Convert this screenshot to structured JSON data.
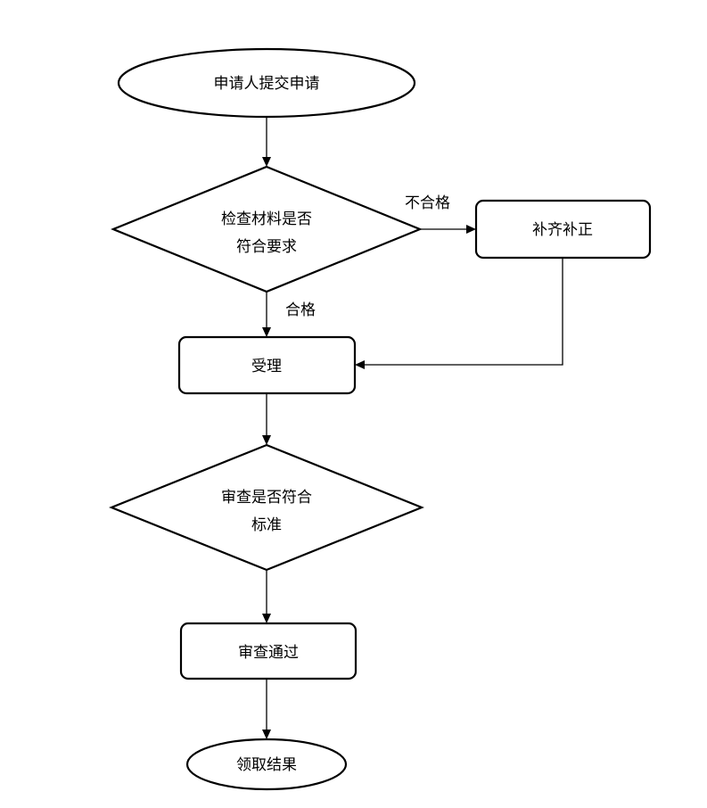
{
  "nodes": {
    "start": {
      "text": "申请人提交申请"
    },
    "check_materials": {
      "line1": "检查材料是否",
      "line2": "符合要求"
    },
    "supplement": {
      "text": "补齐补正"
    },
    "accept": {
      "text": "受理"
    },
    "review_standard": {
      "line1": "审查是否符合",
      "line2": "标准"
    },
    "review_passed": {
      "text": "审查通过"
    },
    "end": {
      "text": "领取结果"
    }
  },
  "edges": {
    "unqualified": "不合格",
    "qualified": "合格"
  }
}
